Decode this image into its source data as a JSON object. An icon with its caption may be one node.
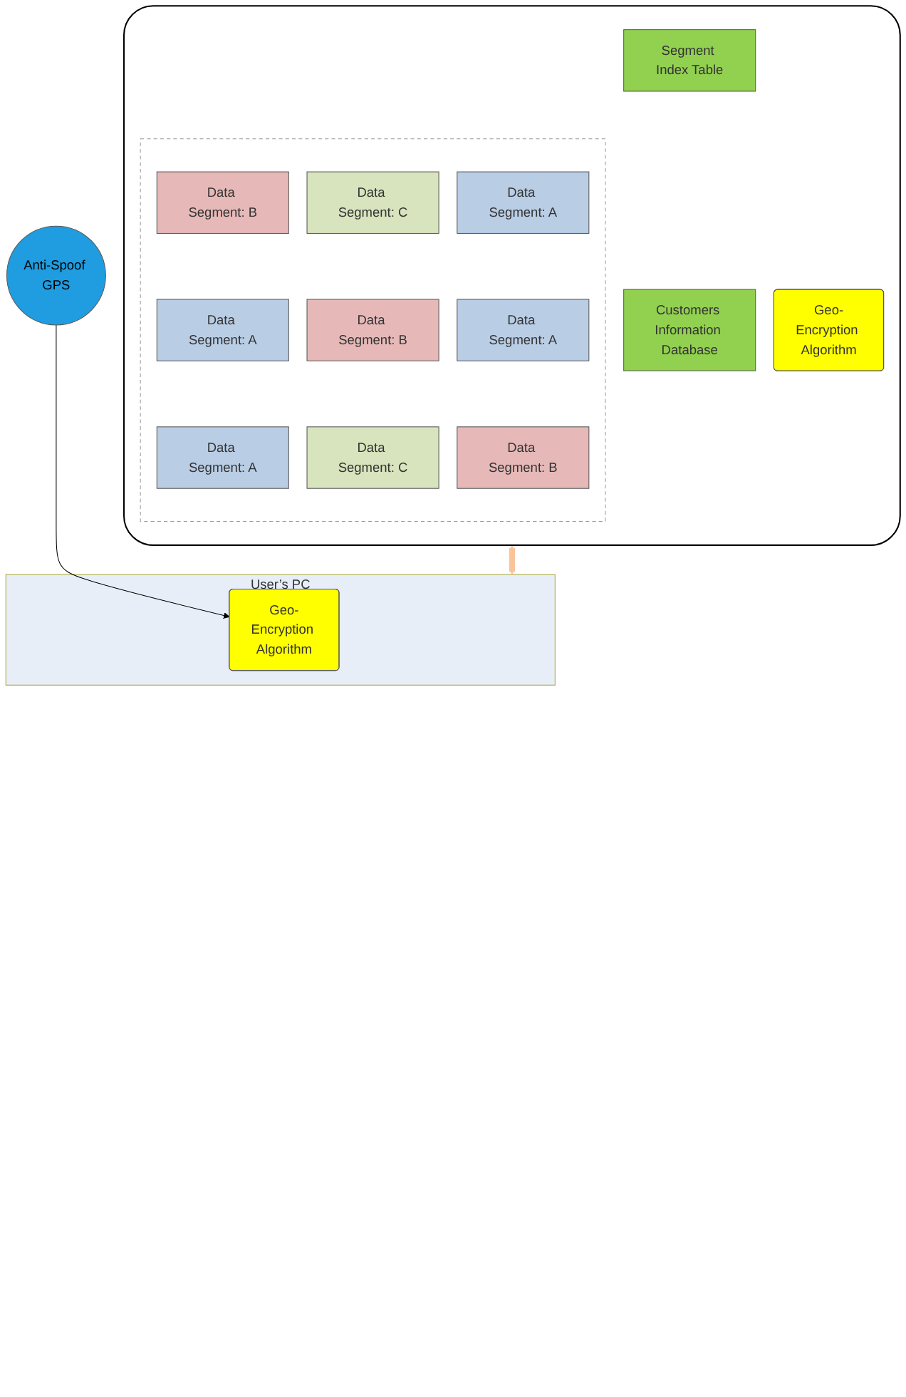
{
  "diagram": {
    "nodes": [
      {
        "text": [],
        "shape": "cloud"
      },
      {
        "text": [],
        "shape": "box",
        "in": 0
      },
      {
        "text": [
          "Data Segment: B"
        ],
        "in": 1
      },
      {
        "text": [
          "Data Segment: C"
        ],
        "in": 1
      },
      {
        "text": [
          "Data Segment: A"
        ],
        "in": 1
      },
      {
        "text": [
          "Data Segment: A"
        ],
        "in": 1
      },
      {
        "text": [
          "Data Segment: B"
        ],
        "in": 1
      },
      {
        "text": [
          "Data Segment: A"
        ],
        "in": 1
      },
      {
        "text": [
          "Data Segment: A"
        ],
        "in": 1
      },
      {
        "text": [
          "Data Segment: C"
        ],
        "in": 1
      },
      {
        "text": [
          "Data Segment: B"
        ],
        "in": 1
      },
      {
        "text": [
          "Geo-Encryption Algorithm"
        ],
        "in": 0
      },
      {
        "text": [
          "Segment Index Table"
        ],
        "in": 0
      },
      {
        "text": [
          "Customers Information Database"
        ],
        "in": 0
      },
      {
        "text": [
          "User’s PC"
        ]
      },
      {
        "text": [
          "Anti-Spoof GPS"
        ]
      },
      {
        "text": [
          "Geo-Encryption Algorithm"
        ],
        "in": 14
      }
    ],
    "edges": [
      {
        "from": 0,
        "to": 14,
        "arrow": "both",
        "style": "thick",
        "color": "#f8c49c"
      },
      {
        "from": 15,
        "to": 16,
        "arrow": "to",
        "color": "#000000"
      }
    ]
  }
}
